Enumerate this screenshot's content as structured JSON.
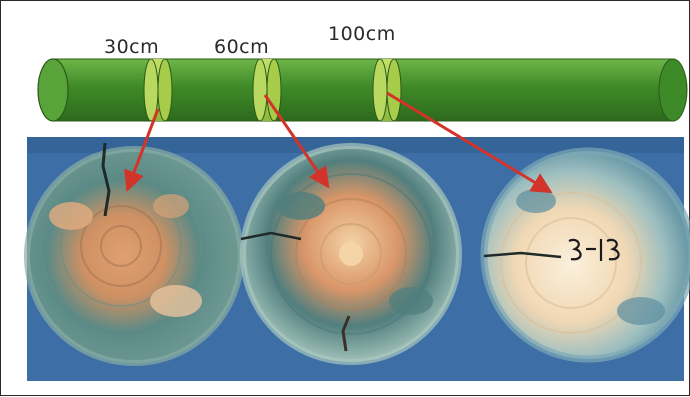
{
  "labels": {
    "cut_30": "30cm",
    "cut_60": "60cm",
    "cut_100": "100cm"
  },
  "colors": {
    "log_green": "#4f9a32",
    "log_dark": "#2f6a1e",
    "ring_lime": "#a9cf4c",
    "arrow_red": "#d2342a",
    "backdrop_blue": "#3d6fa6"
  }
}
